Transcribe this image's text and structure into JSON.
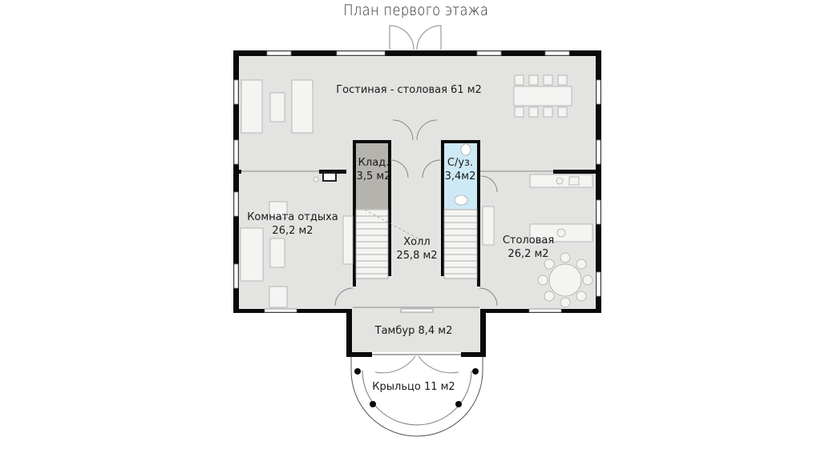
{
  "title": "План первого этажа",
  "rooms": [
    {
      "id": "living",
      "name": "Гостиная - столовая 61 м2"
    },
    {
      "id": "storage",
      "name": "Клад.",
      "area": "3,5 м2"
    },
    {
      "id": "wc",
      "name": "С/уз.",
      "area": "3,4м2"
    },
    {
      "id": "lounge",
      "name": "Комната отдыха",
      "area": "26,2 м2"
    },
    {
      "id": "hall",
      "name": "Холл",
      "area": "25,8 м2"
    },
    {
      "id": "dining",
      "name": "Столовая",
      "area": "26,2 м2"
    },
    {
      "id": "vestibule",
      "name": "Тамбур 8,4 м2"
    },
    {
      "id": "porch",
      "name": "Крыльцо 11 м2"
    }
  ],
  "colors": {
    "floor": "#e3e3e1",
    "storage": "#b5b3ad",
    "wc": "#cde9f5",
    "wall": "#0a0a0a",
    "furniture": "#f4f4f2"
  }
}
